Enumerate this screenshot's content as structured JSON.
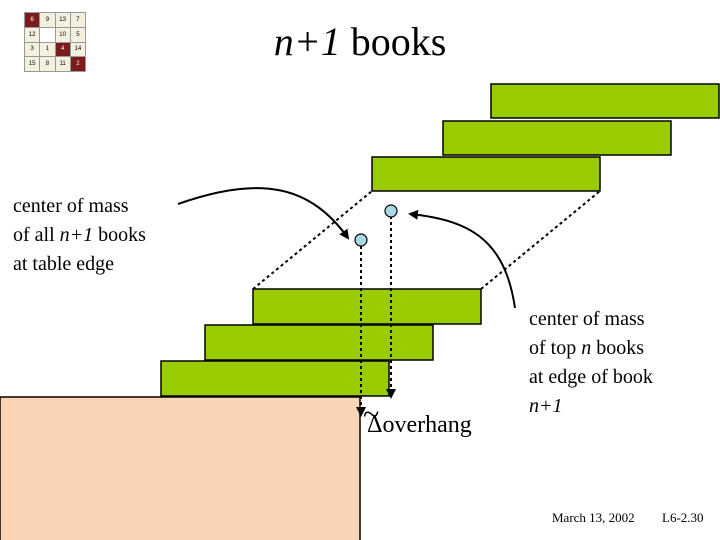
{
  "slide_title_parts": {
    "expr": "n+1",
    "word": "books"
  },
  "logo_grid": {
    "cells": [
      {
        "text": "6",
        "dark": true
      },
      {
        "text": "9",
        "dark": false
      },
      {
        "text": "13",
        "dark": false
      },
      {
        "text": "7",
        "dark": false
      },
      {
        "text": "12",
        "dark": false
      },
      {
        "text": "",
        "dark": false
      },
      {
        "text": "10",
        "dark": false
      },
      {
        "text": "5",
        "dark": false
      },
      {
        "text": "3",
        "dark": false
      },
      {
        "text": "1",
        "dark": false
      },
      {
        "text": "4",
        "dark": true
      },
      {
        "text": "14",
        "dark": false
      },
      {
        "text": "15",
        "dark": false
      },
      {
        "text": "8",
        "dark": false
      },
      {
        "text": "11",
        "dark": false
      },
      {
        "text": "2",
        "dark": true
      }
    ]
  },
  "labels": {
    "com_all": {
      "line1": "center of mass",
      "line2_pre": "of all ",
      "line2_it": "n+1",
      "line2_post": " books",
      "line3": "at table edge"
    },
    "com_top": {
      "line1": "center of mass",
      "line2_pre": "of top ",
      "line2_it": "n",
      "line2_post": " books",
      "line3": "at edge of book",
      "line4_it": "n+1"
    },
    "overhang": {
      "delta": "Δ",
      "word": "overhang",
      "tilde": "~"
    }
  },
  "footer": {
    "date": "March 13, 2002",
    "slide_id": "L6-2.30"
  },
  "colors": {
    "book": "#99cc00",
    "table": "#fad4b4",
    "marker": "#a8d8e0"
  }
}
